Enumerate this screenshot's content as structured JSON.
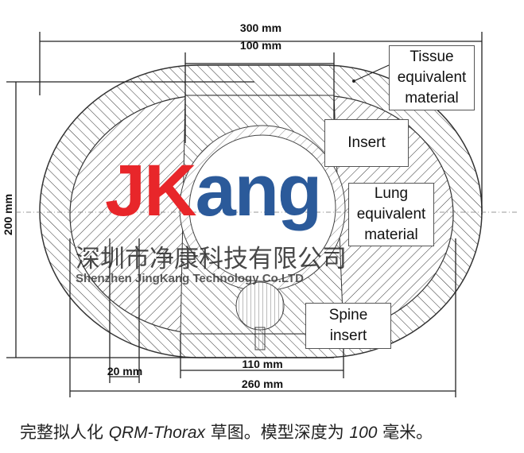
{
  "dimensions": {
    "width_total": "300 mm",
    "insert_width": "100 mm",
    "height_total": "200 mm",
    "wall": "20 mm",
    "spine_width": "110 mm",
    "inner_width": "260 mm"
  },
  "labels": {
    "tissue": [
      "Tissue",
      "equivalent",
      "material"
    ],
    "insert": "Insert",
    "lung": [
      "Lung",
      "equivalent",
      "material"
    ],
    "spine": [
      "Spine",
      "insert"
    ]
  },
  "watermark": {
    "brand_j_k": "JK",
    "brand_ang": "ang",
    "company_cn": "深圳市净康科技有限公司",
    "company_en": "Shenzhen JingKang Technology Co.LTD",
    "colors": {
      "red": "#e8262a",
      "blue": "#2b5a9a"
    }
  },
  "caption": {
    "pre": "完整拟人化 ",
    "model": "QRM-Thorax",
    "mid": " 草图。模型深度为 ",
    "depth": "100",
    "post": " 毫米。"
  }
}
